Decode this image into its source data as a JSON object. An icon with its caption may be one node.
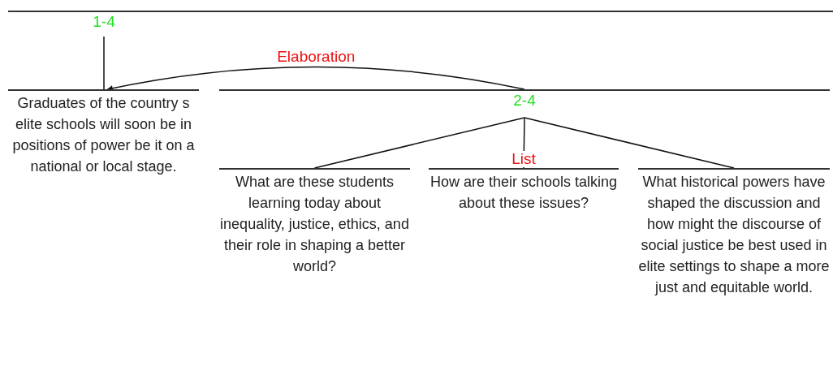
{
  "diagram": {
    "nodes": [
      {
        "text": [
          "1-4"
        ]
      },
      {
        "text": [
          "Graduates of the country s elite schools will soon be in positions of power be it on a national or local stage."
        ]
      },
      {
        "text": [
          "2-4"
        ]
      },
      {
        "text": [
          "What are these students learning today about inequality, justice, ethics, and their role in shaping a better world?"
        ]
      },
      {
        "text": [
          "How are their schools talking about these issues?"
        ]
      },
      {
        "text": [
          "What historical powers have shaped the discussion and how might the discourse of social justice be best used in elite settings to shape a more just and equitable world."
        ]
      }
    ],
    "edges": [
      {
        "from": 0,
        "to": 1,
        "arrow": "none"
      },
      {
        "from": 2,
        "to": 1,
        "arrow": "to",
        "label": "Elaboration"
      },
      {
        "from": 2,
        "to": 3,
        "arrow": "none"
      },
      {
        "from": 2,
        "to": 4,
        "arrow": "none",
        "label": "List"
      },
      {
        "from": 2,
        "to": 5,
        "arrow": "none"
      }
    ]
  }
}
